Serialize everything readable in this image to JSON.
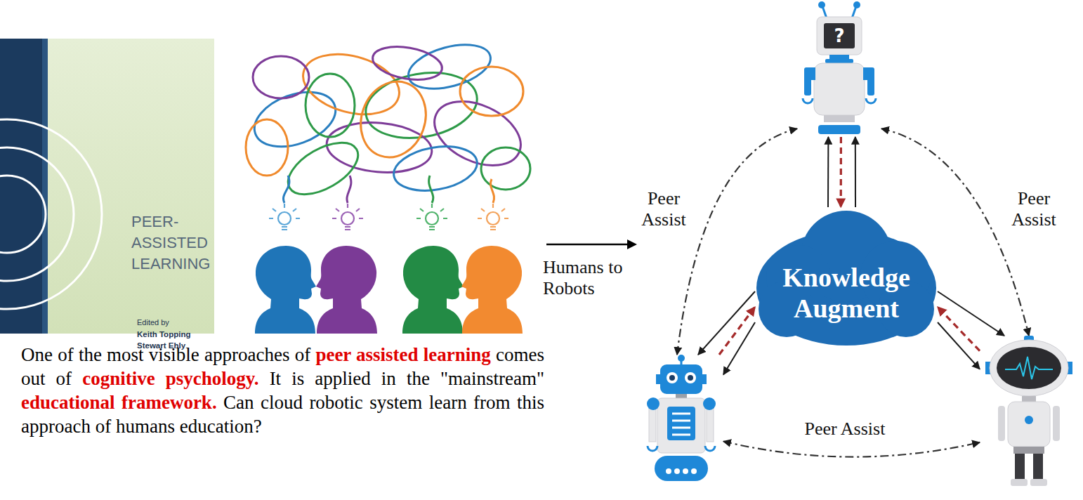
{
  "diagram": {
    "nodes": [
      {
        "text": [
          "PEER-ASSISTED LEARNING",
          "Edited by",
          "Keith Topping Stewart Ehly"
        ]
      },
      {
        "text": [
          "?"
        ]
      },
      {
        "text": [
          "Knowledge Augment"
        ]
      },
      {
        "text": []
      },
      {
        "text": []
      }
    ],
    "edges": [
      {
        "from": 3,
        "to": 1,
        "arrow": "both",
        "label": "Peer Assist"
      },
      {
        "from": 1,
        "to": 4,
        "arrow": "both",
        "label": "Peer Assist"
      },
      {
        "from": 3,
        "to": 4,
        "arrow": "both",
        "label": "Peer Assist"
      },
      {
        "from": 2,
        "to": 1,
        "arrow": "to"
      },
      {
        "from": 1,
        "to": 2,
        "arrow": "to"
      },
      {
        "from": 2,
        "to": 1,
        "arrow": "to"
      },
      {
        "from": 2,
        "to": 3,
        "arrow": "to"
      },
      {
        "from": 3,
        "to": 2,
        "arrow": "to"
      },
      {
        "from": 2,
        "to": 3,
        "arrow": "to"
      },
      {
        "from": 2,
        "to": 4,
        "arrow": "to"
      },
      {
        "from": 4,
        "to": 2,
        "arrow": "to"
      },
      {
        "from": 2,
        "to": 4,
        "arrow": "to"
      }
    ],
    "labels": [
      "One of the most visible approaches of",
      "peer assisted learning",
      "comes out of",
      "cognitive psychology.",
      "It is applied in the \"mainstream\"",
      "educational framework.",
      "Can cloud robotic system learn from this approach of humans education?",
      "Humans to Robots"
    ]
  }
}
